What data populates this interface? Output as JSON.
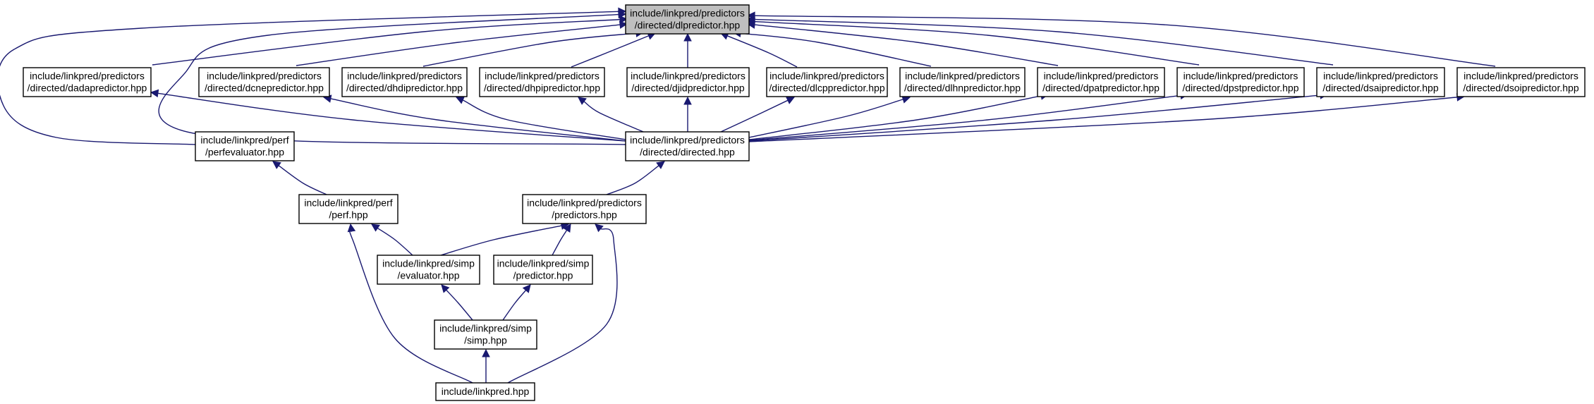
{
  "graph": {
    "colors": {
      "edge": "#191970",
      "highlight_fill": "#bfbfbf",
      "node_fill": "#ffffff",
      "node_border": "#000000"
    },
    "nodes": [
      {
        "id": "dlpredictor",
        "lines": [
          "include/linkpred/predictors",
          "/directed/dlpredictor.hpp"
        ],
        "highlight": true
      },
      {
        "id": "dadapredictor",
        "lines": [
          "include/linkpred/predictors",
          "/directed/dadapredictor.hpp"
        ]
      },
      {
        "id": "dcnepredictor",
        "lines": [
          "include/linkpred/predictors",
          "/directed/dcnepredictor.hpp"
        ]
      },
      {
        "id": "dhdipredictor",
        "lines": [
          "include/linkpred/predictors",
          "/directed/dhdipredictor.hpp"
        ]
      },
      {
        "id": "dhpipredictor",
        "lines": [
          "include/linkpred/predictors",
          "/directed/dhpipredictor.hpp"
        ]
      },
      {
        "id": "djidpredictor",
        "lines": [
          "include/linkpred/predictors",
          "/directed/djidpredictor.hpp"
        ]
      },
      {
        "id": "dlcppredictor",
        "lines": [
          "include/linkpred/predictors",
          "/directed/dlcppredictor.hpp"
        ]
      },
      {
        "id": "dlhnpredictor",
        "lines": [
          "include/linkpred/predictors",
          "/directed/dlhnpredictor.hpp"
        ]
      },
      {
        "id": "dpatpredictor",
        "lines": [
          "include/linkpred/predictors",
          "/directed/dpatpredictor.hpp"
        ]
      },
      {
        "id": "dpstpredictor",
        "lines": [
          "include/linkpred/predictors",
          "/directed/dpstpredictor.hpp"
        ]
      },
      {
        "id": "dsaipredictor",
        "lines": [
          "include/linkpred/predictors",
          "/directed/dsaipredictor.hpp"
        ]
      },
      {
        "id": "dsoipredictor",
        "lines": [
          "include/linkpred/predictors",
          "/directed/dsoipredictor.hpp"
        ]
      },
      {
        "id": "perfevaluator",
        "lines": [
          "include/linkpred/perf",
          "/perfevaluator.hpp"
        ]
      },
      {
        "id": "directed",
        "lines": [
          "include/linkpred/predictors",
          "/directed/directed.hpp"
        ]
      },
      {
        "id": "perf",
        "lines": [
          "include/linkpred/perf",
          "/perf.hpp"
        ]
      },
      {
        "id": "predictors",
        "lines": [
          "include/linkpred/predictors",
          "/predictors.hpp"
        ]
      },
      {
        "id": "evaluator",
        "lines": [
          "include/linkpred/simp",
          "/evaluator.hpp"
        ]
      },
      {
        "id": "predictor",
        "lines": [
          "include/linkpred/simp",
          "/predictor.hpp"
        ]
      },
      {
        "id": "simp",
        "lines": [
          "include/linkpred/simp",
          "/simp.hpp"
        ]
      },
      {
        "id": "linkpred",
        "lines": [
          "include/linkpred.hpp"
        ]
      }
    ],
    "edges": [
      {
        "from": "dadapredictor",
        "to": "dlpredictor"
      },
      {
        "from": "dcnepredictor",
        "to": "dlpredictor"
      },
      {
        "from": "dhdipredictor",
        "to": "dlpredictor"
      },
      {
        "from": "dhpipredictor",
        "to": "dlpredictor"
      },
      {
        "from": "djidpredictor",
        "to": "dlpredictor"
      },
      {
        "from": "dlcppredictor",
        "to": "dlpredictor"
      },
      {
        "from": "dlhnpredictor",
        "to": "dlpredictor"
      },
      {
        "from": "dpatpredictor",
        "to": "dlpredictor"
      },
      {
        "from": "dpstpredictor",
        "to": "dlpredictor"
      },
      {
        "from": "dsaipredictor",
        "to": "dlpredictor"
      },
      {
        "from": "dsoipredictor",
        "to": "dlpredictor"
      },
      {
        "from": "perfevaluator",
        "to": "dlpredictor"
      },
      {
        "from": "directed",
        "to": "dlpredictor"
      },
      {
        "from": "directed",
        "to": "dadapredictor"
      },
      {
        "from": "directed",
        "to": "dcnepredictor"
      },
      {
        "from": "directed",
        "to": "dhdipredictor"
      },
      {
        "from": "directed",
        "to": "dhpipredictor"
      },
      {
        "from": "directed",
        "to": "djidpredictor"
      },
      {
        "from": "directed",
        "to": "dlcppredictor"
      },
      {
        "from": "directed",
        "to": "dlhnpredictor"
      },
      {
        "from": "directed",
        "to": "dpatpredictor"
      },
      {
        "from": "directed",
        "to": "dpstpredictor"
      },
      {
        "from": "directed",
        "to": "dsaipredictor"
      },
      {
        "from": "directed",
        "to": "dsoipredictor"
      },
      {
        "from": "perf",
        "to": "perfevaluator"
      },
      {
        "from": "predictors",
        "to": "directed"
      },
      {
        "from": "evaluator",
        "to": "perf"
      },
      {
        "from": "evaluator",
        "to": "predictors"
      },
      {
        "from": "predictor",
        "to": "predictors"
      },
      {
        "from": "simp",
        "to": "evaluator"
      },
      {
        "from": "simp",
        "to": "predictor"
      },
      {
        "from": "linkpred",
        "to": "simp"
      },
      {
        "from": "linkpred",
        "to": "perf"
      },
      {
        "from": "linkpred",
        "to": "predictors"
      }
    ]
  }
}
